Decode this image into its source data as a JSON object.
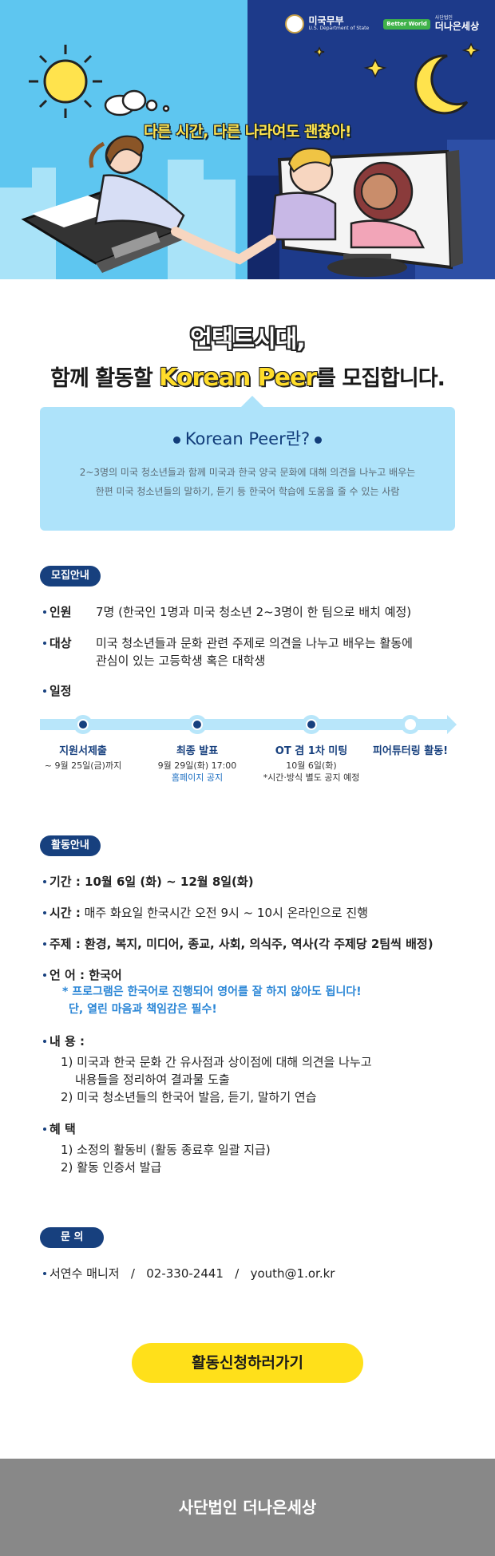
{
  "header": {
    "logo_state": "미국무부",
    "logo_state_sub": "U.S. Department of State",
    "logo_org_badge": "Better World",
    "logo_org_small": "사단법인",
    "logo_org": "더나은세상"
  },
  "hero": {
    "tagline": "다른 시간, 다른 나라여도 괜찮아!"
  },
  "headline": {
    "line1": "언택트시대,",
    "line2_pre": "함께 활동할 ",
    "line2_highlight": "Korean Peer",
    "line2_post": "를 모집합니다."
  },
  "intro": {
    "title": "Korean Peer란?",
    "desc_line1": "2~3명의 미국 청소년들과 함께 미국과 한국 양국 문화에 대해 의견을 나누고 배우는",
    "desc_line2": "한편 미국 청소년들의 말하기, 듣기 등 한국어 학습에 도움을 줄 수 있는 사람"
  },
  "recruit": {
    "tag": "모집안내",
    "personnel_label": "인원",
    "personnel_value": "7명 (한국인 1명과 미국 청소년 2~3명이 한 팀으로 배치 예정)",
    "target_label": "대상",
    "target_line1": "미국 청소년들과 문화 관련 주제로 의견을 나누고 배우는 활동에",
    "target_line2": "관심이 있는 고등학생 혹은 대학생",
    "schedule_label": "일정"
  },
  "timeline": [
    {
      "label": "지원서제출",
      "sub1": "~ 9월 25일(금)까지",
      "sub2": ""
    },
    {
      "label": "최종 발표",
      "sub1": "9월 29일(화) 17:00",
      "sub2": "홈페이지 공지"
    },
    {
      "label": "OT 겸 1차 미팅",
      "sub1": "10월 6일(화)",
      "sub2": "*시간·방식 별도 공지 예정"
    },
    {
      "label": "피어튜터링 활동!",
      "sub1": "",
      "sub2": ""
    }
  ],
  "activity": {
    "tag": "활동안내",
    "period": "기간 : 10월 6일 (화) ~ 12월 8일(화)",
    "time_label": "시간 :",
    "time_value": " 매주 화요일 한국시간 오전 9시 ~ 10시 온라인으로 진행",
    "topic": "주제 : 환경, 복지, 미디어, 종교, 사회, 의식주, 역사(각 주제당 2팀씩 배정)",
    "language": "언 어 : 한국어",
    "language_note1": "* 프로그램은 한국어로 진행되어 영어를 잘 하지 않아도 됩니다!",
    "language_note2": "단, 열린 마음과 책임감은 필수!",
    "content_label": "내 용 :",
    "content_1a": "1) 미국과 한국 문화 간 유사점과 상이점에 대해 의견을 나누고",
    "content_1b": "내용들을 정리하여 결과물 도출",
    "content_2": "2) 미국 청소년들의 한국어 발음, 듣기, 말하기 연습",
    "benefit_label": "혜 택",
    "benefit_1": "1) 소정의 활동비 (활동 종료후 일괄 지급)",
    "benefit_2": "2) 활동 인증서 발급"
  },
  "contact": {
    "tag": "문 의",
    "line": "서연수 매니저   /   02-330-2441   /   youth@1.or.kr"
  },
  "cta": {
    "label": "활동신청하러가기"
  },
  "footer": {
    "org": "사단법인 더나은세상"
  }
}
